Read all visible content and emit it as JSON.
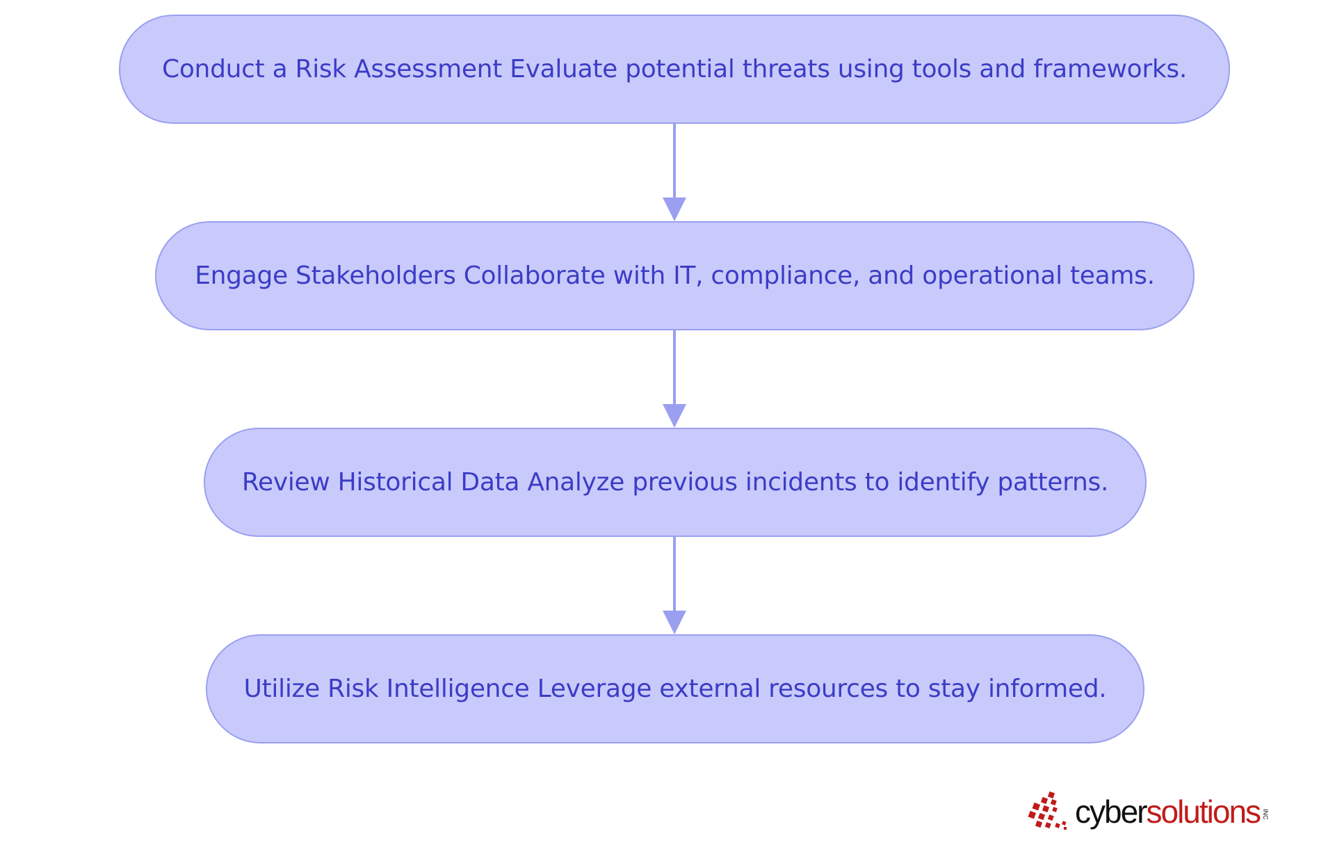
{
  "steps": [
    {
      "label": "Conduct a Risk Assessment Evaluate potential threats using tools and frameworks."
    },
    {
      "label": "Engage Stakeholders Collaborate with IT, compliance, and operational teams."
    },
    {
      "label": "Review Historical Data Analyze previous incidents to identify patterns."
    },
    {
      "label": "Utilize Risk Intelligence Leverage external resources to stay informed."
    }
  ],
  "logo": {
    "brand_dark": "cyber",
    "brand_red": "solutions",
    "suffix": "INC"
  },
  "colors": {
    "node_fill": "#c9cafc",
    "node_border": "#9a9ff0",
    "node_text": "#3b3dc5",
    "connector": "#9a9ff0",
    "logo_red": "#c01b1b"
  }
}
